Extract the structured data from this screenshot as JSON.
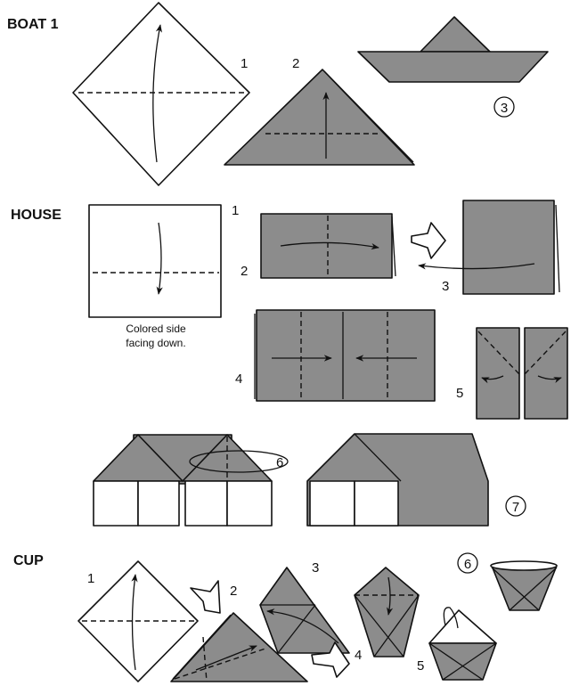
{
  "sections": {
    "boat": {
      "title": "BOAT 1",
      "steps": [
        "1",
        "2",
        "3"
      ]
    },
    "house": {
      "title": "HOUSE",
      "steps": [
        "1",
        "2",
        "3",
        "4",
        "5",
        "6",
        "7"
      ],
      "caption_line1": "Colored side",
      "caption_line2": "facing down."
    },
    "cup": {
      "title": "CUP",
      "steps": [
        "1",
        "2",
        "3",
        "4",
        "5",
        "6"
      ]
    }
  },
  "colors": {
    "paper_colored": "#8c8c8c",
    "paper_white": "#ffffff",
    "ink": "#111111"
  }
}
